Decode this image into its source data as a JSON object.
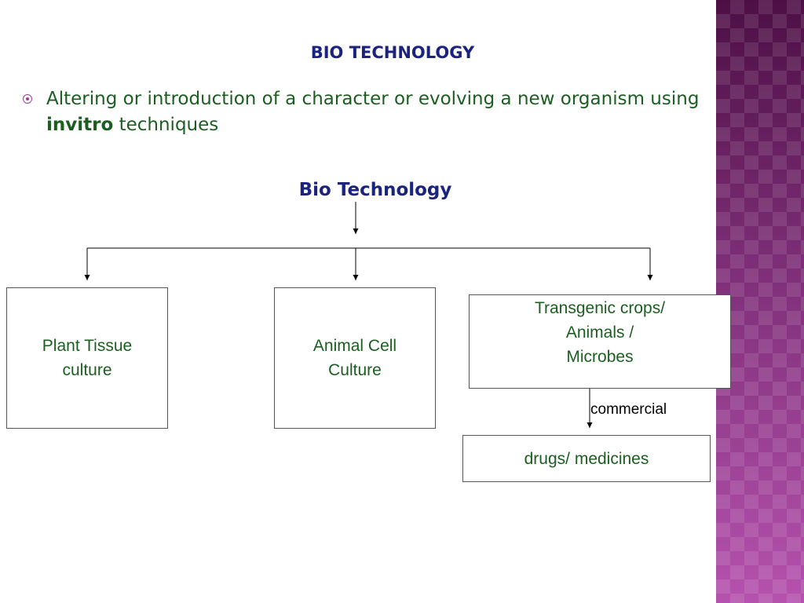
{
  "slide": {
    "title": "BIO TECHNOLOGY",
    "bullet": {
      "text_before": "Altering or introduction of a character or evolving a new organism using ",
      "bold": "invitro",
      "text_after": " techniques"
    }
  },
  "diagram": {
    "root": "Bio Technology",
    "branches": [
      {
        "lines": [
          "Plant Tissue",
          "culture"
        ]
      },
      {
        "lines": [
          "Animal Cell",
          "Culture"
        ]
      },
      {
        "lines": [
          "Transgenic crops/",
          "Animals /",
          "Microbes"
        ]
      }
    ],
    "edge_label": "commercial",
    "leaf": "drugs/ medicines"
  },
  "colors": {
    "title": "#1a237e",
    "text": "#1b5e20",
    "bullet": "#9c3e94",
    "side_band": "#7a2e72"
  }
}
